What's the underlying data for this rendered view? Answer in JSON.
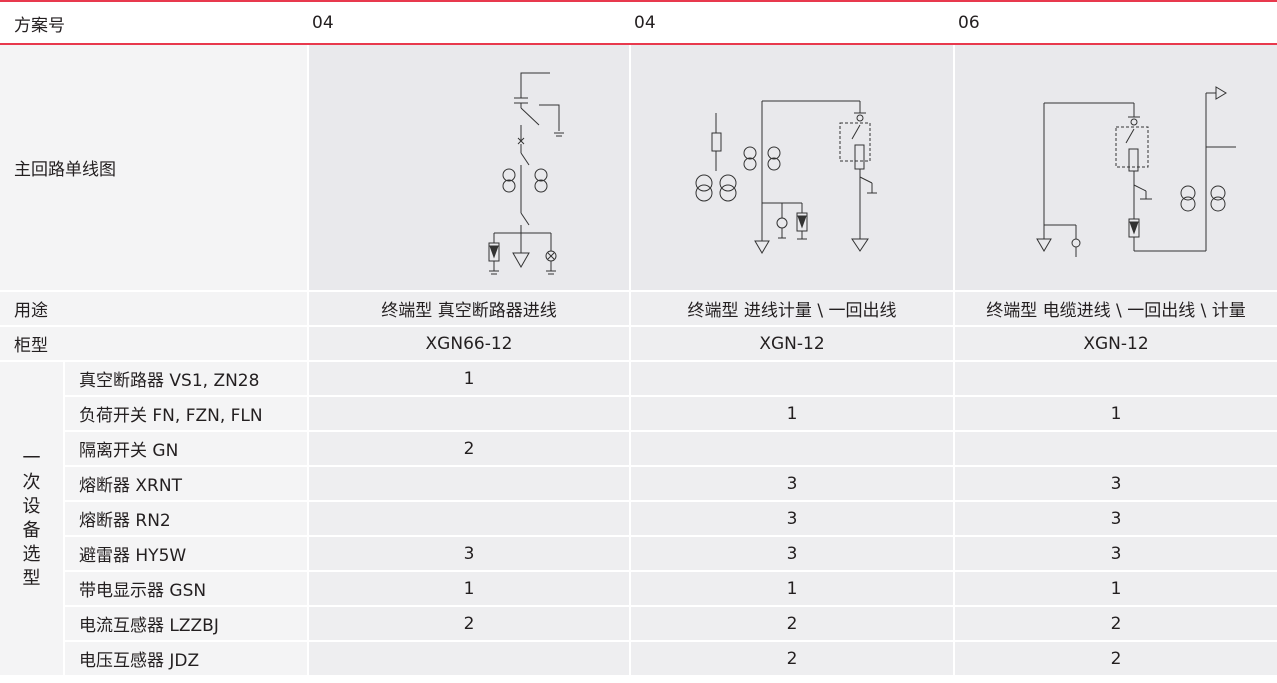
{
  "header": {
    "label": "方案号",
    "schemes": [
      "04",
      "04",
      "06"
    ]
  },
  "diagram_row": {
    "label": "主回路单线图"
  },
  "usage_row": {
    "label": "用途",
    "values": [
      "终端型  真空断路器进线",
      "终端型  进线计量 \\ 一回出线",
      "终端型  电缆进线 \\ 一回出线 \\ 计量"
    ]
  },
  "cabinet_row": {
    "label": "柜型",
    "values": [
      "XGN66-12",
      "XGN-12",
      "XGN-12"
    ]
  },
  "equipment": {
    "group_label": "一次设备选型",
    "items": [
      {
        "name": "真空断路器 VS1, ZN28",
        "values": [
          "1",
          "",
          ""
        ]
      },
      {
        "name": "负荷开关 FN, FZN, FLN",
        "values": [
          "",
          "1",
          "1"
        ]
      },
      {
        "name": "隔离开关 GN",
        "values": [
          "2",
          "",
          ""
        ]
      },
      {
        "name": "熔断器 XRNT",
        "values": [
          "",
          "3",
          "3"
        ]
      },
      {
        "name": "熔断器 RN2",
        "values": [
          "",
          "3",
          "3"
        ]
      },
      {
        "name": "避雷器 HY5W",
        "values": [
          "3",
          "3",
          "3"
        ]
      },
      {
        "name": "带电显示器 GSN",
        "values": [
          "1",
          "1",
          "1"
        ]
      },
      {
        "name": "电流互感器 LZZBJ",
        "values": [
          "2",
          "2",
          "2"
        ]
      },
      {
        "name": "电压互感器 JDZ",
        "values": [
          "",
          "2",
          "2"
        ]
      }
    ]
  },
  "colors": {
    "accent_line": "#e8394d",
    "label_bg": "#f4f4f5",
    "cell_bg": "#eeeef0",
    "diagram_bg": "#e9e9ec"
  }
}
